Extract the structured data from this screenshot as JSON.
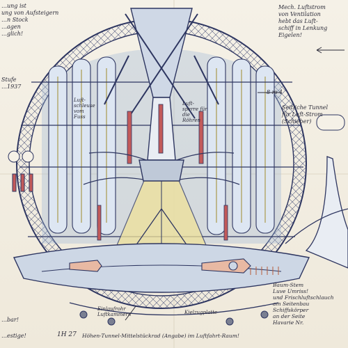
{
  "notes": {
    "top_left": "…ung ist\nung von Aufsteigern\n…n Stock\n…agen\n…glich!",
    "top_right": "Mech. Luftstrom\nvon Ventilation\nhebt das Luft-\nschiff in Lenkung\nEigelen!",
    "left_mid": "Stufe\n…1937",
    "right_mid": "Seitliche Tunnel\nfür Luft-Strom\n(Schieber)",
    "center_label": "Luft-\nschleuse\nvom\nFuss",
    "center_right_label": "Luft-\nsperre für\ndie Röhren",
    "scale_mark": "8 m 4",
    "bottom_left": "…bar!",
    "bottom_left_2": "…estige!",
    "bottom_right": "Baum-Stem\nLuve Umriss!\nund Frischluftschlauch\nam Seitenbau\nSchiffskörper\nan der Seite\nHavarie Nr.",
    "bottom_center_caption": "Höhen-Tunnel-Mittelstückrad (Angabe) im Luftfahrt-Raum!",
    "bottom_center_small": "Einlaufrohr\nLuftkammern",
    "bottom_mid_label": "Kielzugplatte",
    "signature_date": "1H 27"
  },
  "colors": {
    "ink": "#2d3560",
    "blue_wash": "#9fb6d8",
    "yellow_wash": "#efe19a",
    "red_pipe": "#c25a5a",
    "paper": "#f3efe4"
  }
}
